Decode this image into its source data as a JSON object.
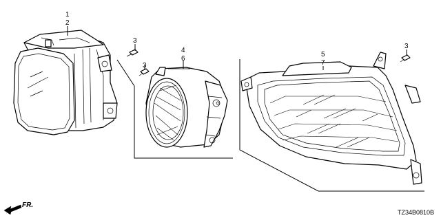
{
  "callouts": {
    "c1": "1",
    "c2": "2",
    "c3a": "3",
    "c3b": "3",
    "c3c": "3",
    "c4": "4",
    "c5": "5",
    "c6": "6",
    "c7": "7"
  },
  "direction_label": "FR.",
  "diagram_code": "TZ34B0810B",
  "icons": {
    "front_arrow": "arrow-left-icon",
    "screw": "screw-icon"
  }
}
